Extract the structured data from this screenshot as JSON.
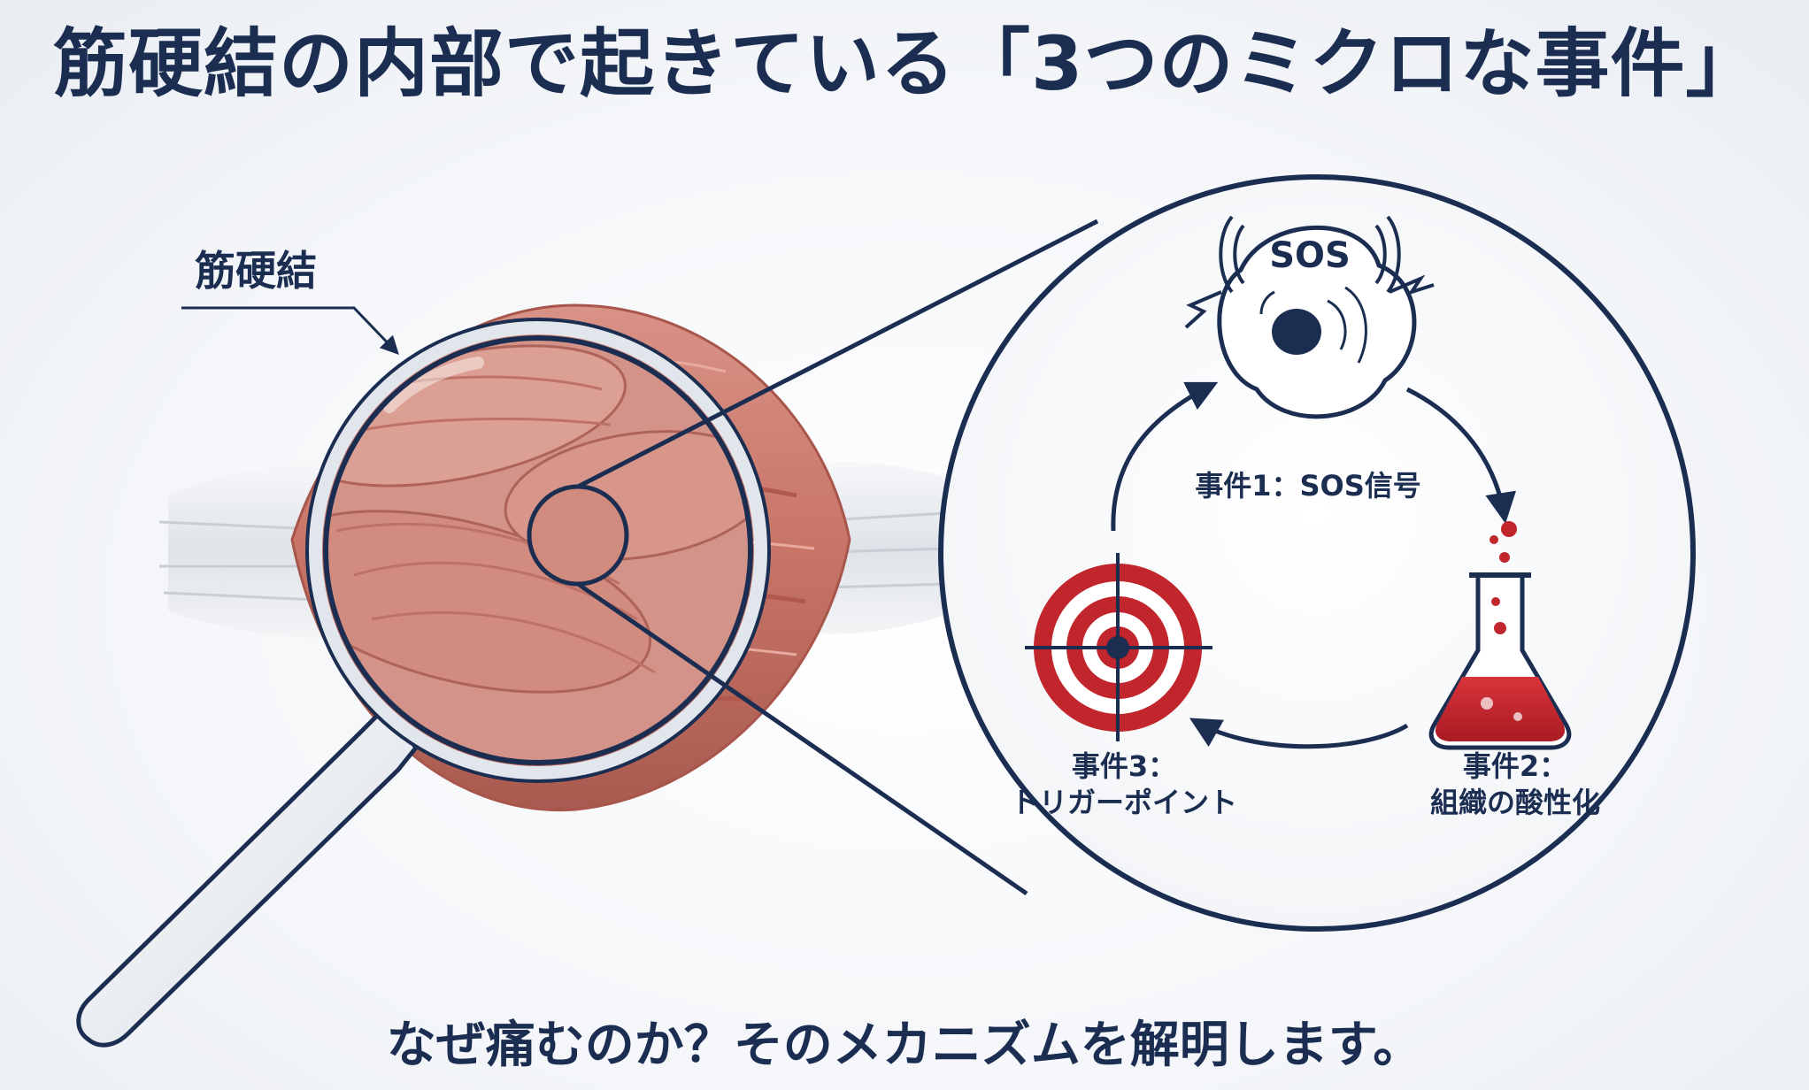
{
  "title": "筋硬結の内部で起きている「3つのミクロな事件」",
  "muscle_label": "筋硬結",
  "sos_text": "SOS",
  "events": [
    {
      "label": "事件1：SOS信号",
      "icon": "cell-sos-icon"
    },
    {
      "label_line1": "事件2：",
      "label_line2": "組織の酸性化",
      "icon": "acid-flask-icon"
    },
    {
      "label_line1": "事件3：",
      "label_line2": "トリガーポイント",
      "icon": "target-icon"
    }
  ],
  "subtitle": "なぜ痛むのか？そのメカニズムを解明します。",
  "colors": {
    "navy": "#1b2e52",
    "muscle": "#c9776a",
    "muscle_dark": "#a8564b",
    "red": "#c0262b",
    "tendon": "#eceef1"
  }
}
